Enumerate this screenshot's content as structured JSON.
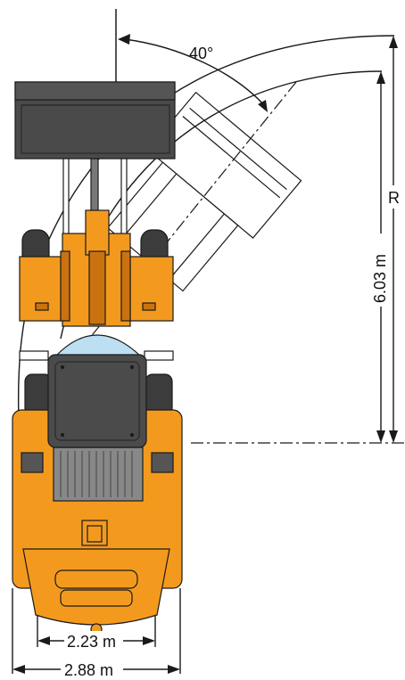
{
  "diagram": {
    "labels": {
      "angle": "40°",
      "radius": "R",
      "height": "6.03 m",
      "width_inner": "2.23 m",
      "width_outer": "2.88 m"
    },
    "colors": {
      "body": "#f39a1e",
      "body_dark": "#c97310",
      "bucket": "#4a4a4a",
      "cab": "#4b4b4b",
      "tire": "#3c3c3c",
      "glass": "#bcdff2",
      "outline": "#1a1a1a",
      "ghost": "#ffffff"
    }
  }
}
